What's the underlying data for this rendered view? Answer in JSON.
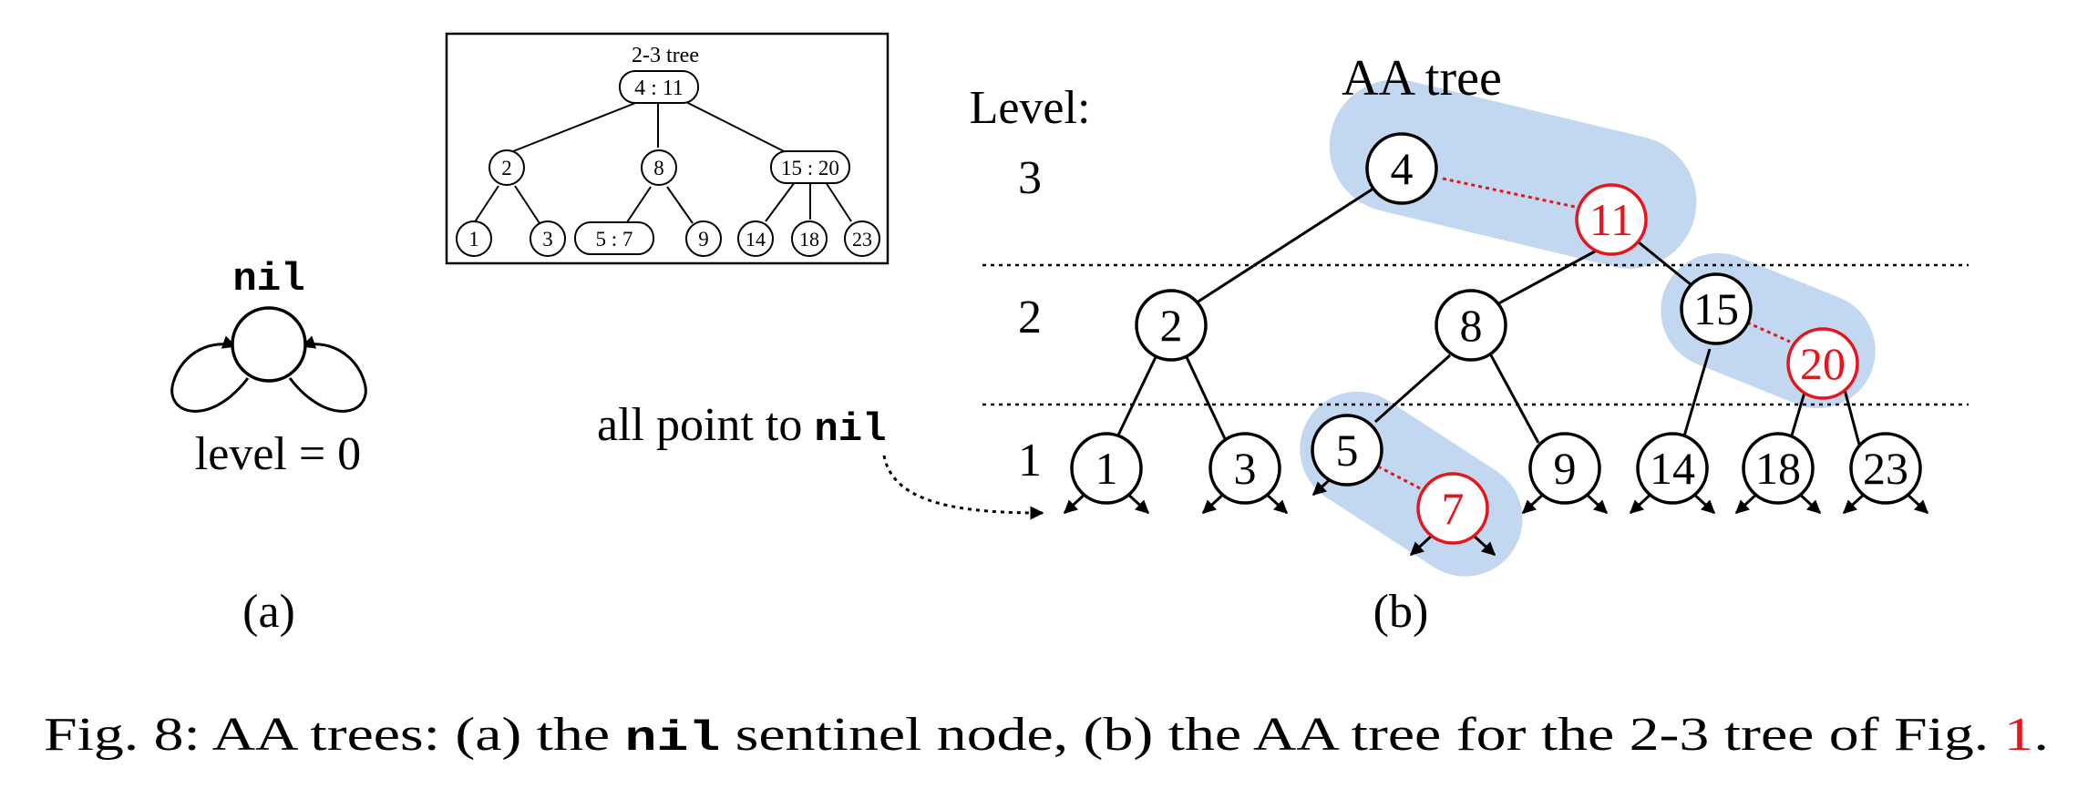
{
  "panel_a": {
    "sentinel_label": "nil",
    "level_text": "level = 0",
    "caption": "(a)"
  },
  "inset": {
    "title": "2-3 tree",
    "root": "4 : 11",
    "level2": [
      "2",
      "8",
      "15 : 20"
    ],
    "leaves": [
      "1",
      "3",
      "5 : 7",
      "9",
      "14",
      "18",
      "23"
    ]
  },
  "panel_b": {
    "title": "AA tree",
    "level_heading": "Level:",
    "levels": [
      "3",
      "2",
      "1"
    ],
    "pointer_note_prefix": "all point to ",
    "pointer_note_code": "nil",
    "caption": "(b)",
    "nodes": {
      "n4": "4",
      "n11": "11",
      "n2": "2",
      "n8": "8",
      "n15": "15",
      "n20": "20",
      "n1": "1",
      "n3": "3",
      "n5": "5",
      "n7": "7",
      "n9": "9",
      "n14": "14",
      "n18": "18",
      "n23": "23"
    },
    "colors": {
      "horizontal_link": "#e8141c",
      "highlight": "#c2d7f0"
    }
  },
  "figure_caption": {
    "part1": "Fig. 8: AA trees: (a) the ",
    "code": "nil",
    "part2": " sentinel node, (b) the AA tree for the 2-3 tree of Fig. ",
    "ref": "1",
    "part3": "."
  }
}
